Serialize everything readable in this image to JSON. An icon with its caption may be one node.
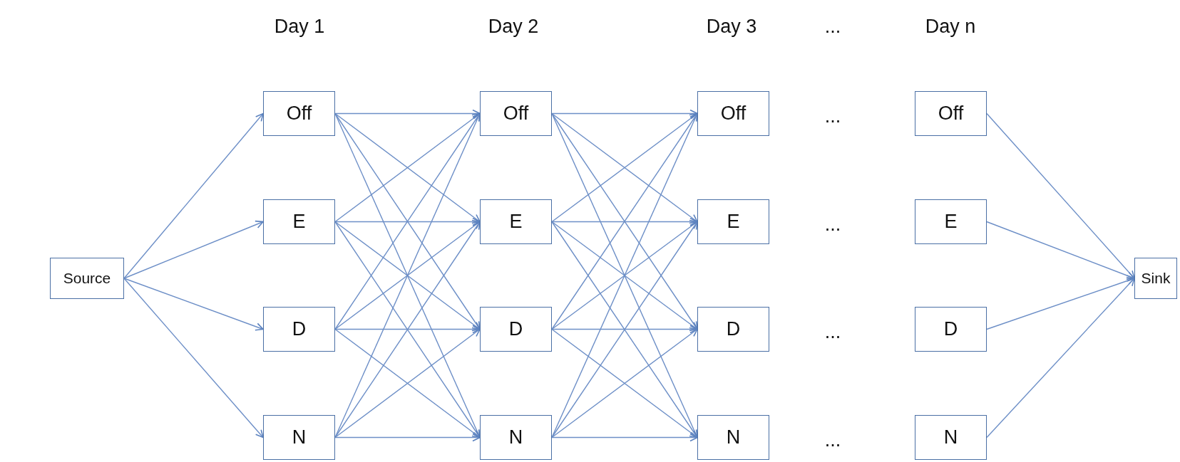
{
  "diagram": {
    "nodes": [
      {
        "text": [
          "Source"
        ]
      },
      {
        "text": [
          "Off"
        ]
      },
      {
        "text": [
          "E"
        ]
      },
      {
        "text": [
          "D"
        ]
      },
      {
        "text": [
          "N"
        ]
      },
      {
        "text": [
          "Off"
        ]
      },
      {
        "text": [
          "E"
        ]
      },
      {
        "text": [
          "D"
        ]
      },
      {
        "text": [
          "N"
        ]
      },
      {
        "text": [
          "Off"
        ]
      },
      {
        "text": [
          "E"
        ]
      },
      {
        "text": [
          "D"
        ]
      },
      {
        "text": [
          "N"
        ]
      },
      {
        "text": [
          "Off"
        ]
      },
      {
        "text": [
          "E"
        ]
      },
      {
        "text": [
          "D"
        ]
      },
      {
        "text": [
          "N"
        ]
      },
      {
        "text": [
          "Sink"
        ]
      }
    ],
    "edges": [
      {
        "from": 0,
        "to": 1,
        "arrow": "to"
      },
      {
        "from": 0,
        "to": 2,
        "arrow": "to"
      },
      {
        "from": 0,
        "to": 3,
        "arrow": "to"
      },
      {
        "from": 0,
        "to": 4,
        "arrow": "to"
      },
      {
        "from": 1,
        "to": 5,
        "arrow": "to"
      },
      {
        "from": 1,
        "to": 6,
        "arrow": "to"
      },
      {
        "from": 1,
        "to": 7,
        "arrow": "to"
      },
      {
        "from": 1,
        "to": 8,
        "arrow": "to"
      },
      {
        "from": 2,
        "to": 5,
        "arrow": "to"
      },
      {
        "from": 2,
        "to": 6,
        "arrow": "to"
      },
      {
        "from": 2,
        "to": 7,
        "arrow": "to"
      },
      {
        "from": 2,
        "to": 8,
        "arrow": "to"
      },
      {
        "from": 3,
        "to": 5,
        "arrow": "to"
      },
      {
        "from": 3,
        "to": 6,
        "arrow": "to"
      },
      {
        "from": 3,
        "to": 7,
        "arrow": "to"
      },
      {
        "from": 3,
        "to": 8,
        "arrow": "to"
      },
      {
        "from": 4,
        "to": 5,
        "arrow": "to"
      },
      {
        "from": 4,
        "to": 6,
        "arrow": "to"
      },
      {
        "from": 4,
        "to": 7,
        "arrow": "to"
      },
      {
        "from": 4,
        "to": 8,
        "arrow": "to"
      },
      {
        "from": 5,
        "to": 9,
        "arrow": "to"
      },
      {
        "from": 5,
        "to": 10,
        "arrow": "to"
      },
      {
        "from": 5,
        "to": 11,
        "arrow": "to"
      },
      {
        "from": 5,
        "to": 12,
        "arrow": "to"
      },
      {
        "from": 6,
        "to": 9,
        "arrow": "to"
      },
      {
        "from": 6,
        "to": 10,
        "arrow": "to"
      },
      {
        "from": 6,
        "to": 11,
        "arrow": "to"
      },
      {
        "from": 6,
        "to": 12,
        "arrow": "to"
      },
      {
        "from": 7,
        "to": 9,
        "arrow": "to"
      },
      {
        "from": 7,
        "to": 10,
        "arrow": "to"
      },
      {
        "from": 7,
        "to": 11,
        "arrow": "to"
      },
      {
        "from": 7,
        "to": 12,
        "arrow": "to"
      },
      {
        "from": 8,
        "to": 9,
        "arrow": "to"
      },
      {
        "from": 8,
        "to": 10,
        "arrow": "to"
      },
      {
        "from": 8,
        "to": 11,
        "arrow": "to"
      },
      {
        "from": 8,
        "to": 12,
        "arrow": "to"
      },
      {
        "from": 13,
        "to": 17,
        "arrow": "to"
      },
      {
        "from": 14,
        "to": 17,
        "arrow": "to"
      },
      {
        "from": 15,
        "to": 17,
        "arrow": "to"
      },
      {
        "from": 16,
        "to": 17,
        "arrow": "to"
      }
    ],
    "labels": [
      "Day 1",
      "Day 2",
      "Day 3",
      "...",
      "Day n",
      "...",
      "...",
      "...",
      "..."
    ]
  }
}
